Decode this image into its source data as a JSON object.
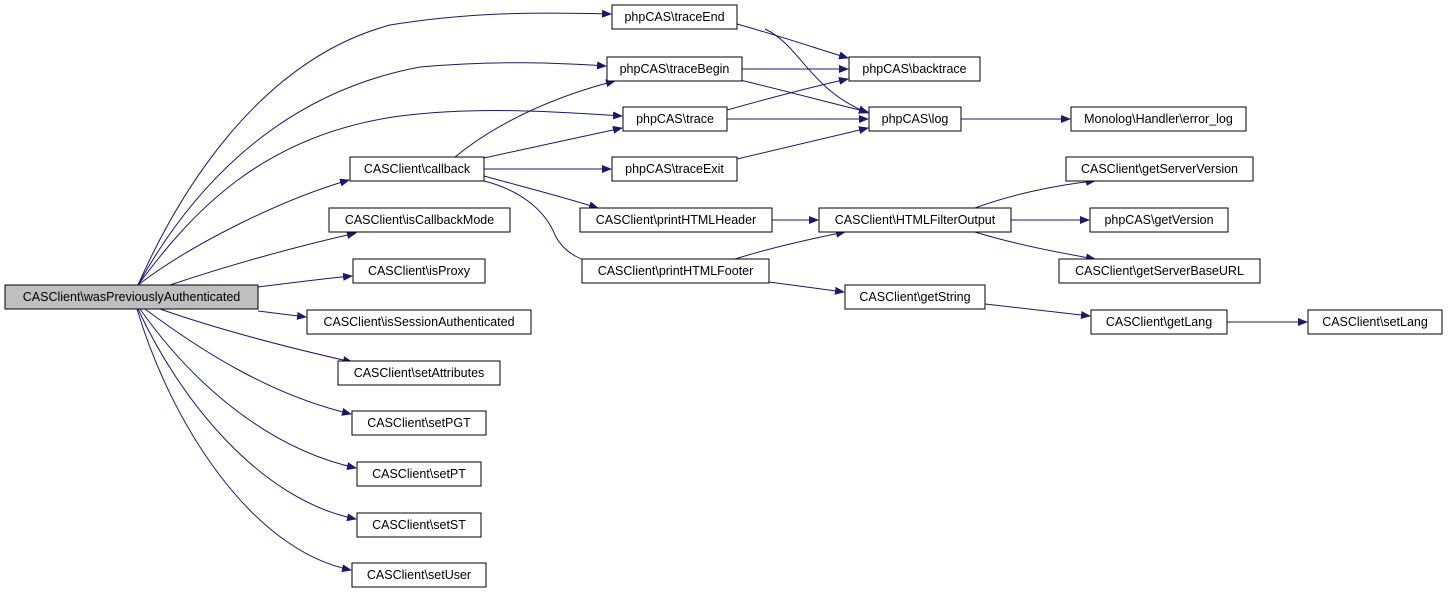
{
  "colors": {
    "edge": "#191970",
    "root_fill": "#bfbfbf",
    "node_fill": "#ffffff",
    "node_border": "#000000"
  },
  "nodes": {
    "wasPreviouslyAuthenticated": "CASClient\\wasPreviouslyAuthenticated",
    "traceEnd": "phpCAS\\traceEnd",
    "traceBegin": "phpCAS\\traceBegin",
    "trace": "phpCAS\\trace",
    "callback": "CASClient\\callback",
    "isCallbackMode": "CASClient\\isCallbackMode",
    "isProxy": "CASClient\\isProxy",
    "isSessionAuthenticated": "CASClient\\isSessionAuthenticated",
    "setAttributes": "CASClient\\setAttributes",
    "setPGT": "CASClient\\setPGT",
    "setPT": "CASClient\\setPT",
    "setST": "CASClient\\setST",
    "setUser": "CASClient\\setUser",
    "backtrace": "phpCAS\\backtrace",
    "log": "phpCAS\\log",
    "traceExit": "phpCAS\\traceExit",
    "printHTMLHeader": "CASClient\\printHTMLHeader",
    "printHTMLFooter": "CASClient\\printHTMLFooter",
    "HTMLFilterOutput": "CASClient\\HTMLFilterOutput",
    "getString": "CASClient\\getString",
    "error_log": "Monolog\\Handler\\error_log",
    "getServerVersion": "CASClient\\getServerVersion",
    "getVersion": "phpCAS\\getVersion",
    "getServerBaseURL": "CASClient\\getServerBaseURL",
    "getLang": "CASClient\\getLang",
    "setLang": "CASClient\\setLang"
  },
  "edges": [
    [
      "wasPreviouslyAuthenticated",
      "traceEnd"
    ],
    [
      "wasPreviouslyAuthenticated",
      "traceBegin"
    ],
    [
      "wasPreviouslyAuthenticated",
      "trace"
    ],
    [
      "wasPreviouslyAuthenticated",
      "callback"
    ],
    [
      "wasPreviouslyAuthenticated",
      "isCallbackMode"
    ],
    [
      "wasPreviouslyAuthenticated",
      "isProxy"
    ],
    [
      "wasPreviouslyAuthenticated",
      "isSessionAuthenticated"
    ],
    [
      "wasPreviouslyAuthenticated",
      "setAttributes"
    ],
    [
      "wasPreviouslyAuthenticated",
      "setPGT"
    ],
    [
      "wasPreviouslyAuthenticated",
      "setPT"
    ],
    [
      "wasPreviouslyAuthenticated",
      "setST"
    ],
    [
      "wasPreviouslyAuthenticated",
      "setUser"
    ],
    [
      "callback",
      "traceBegin"
    ],
    [
      "callback",
      "trace"
    ],
    [
      "callback",
      "traceExit"
    ],
    [
      "callback",
      "printHTMLHeader"
    ],
    [
      "callback",
      "printHTMLFooter"
    ],
    [
      "traceEnd",
      "backtrace"
    ],
    [
      "traceEnd",
      "log"
    ],
    [
      "traceBegin",
      "backtrace"
    ],
    [
      "traceBegin",
      "log"
    ],
    [
      "trace",
      "backtrace"
    ],
    [
      "trace",
      "log"
    ],
    [
      "traceExit",
      "log"
    ],
    [
      "log",
      "error_log"
    ],
    [
      "printHTMLHeader",
      "HTMLFilterOutput"
    ],
    [
      "printHTMLFooter",
      "HTMLFilterOutput"
    ],
    [
      "printHTMLFooter",
      "getString"
    ],
    [
      "HTMLFilterOutput",
      "getServerVersion"
    ],
    [
      "HTMLFilterOutput",
      "getVersion"
    ],
    [
      "HTMLFilterOutput",
      "getServerBaseURL"
    ],
    [
      "getString",
      "getLang"
    ],
    [
      "getLang",
      "setLang"
    ]
  ]
}
